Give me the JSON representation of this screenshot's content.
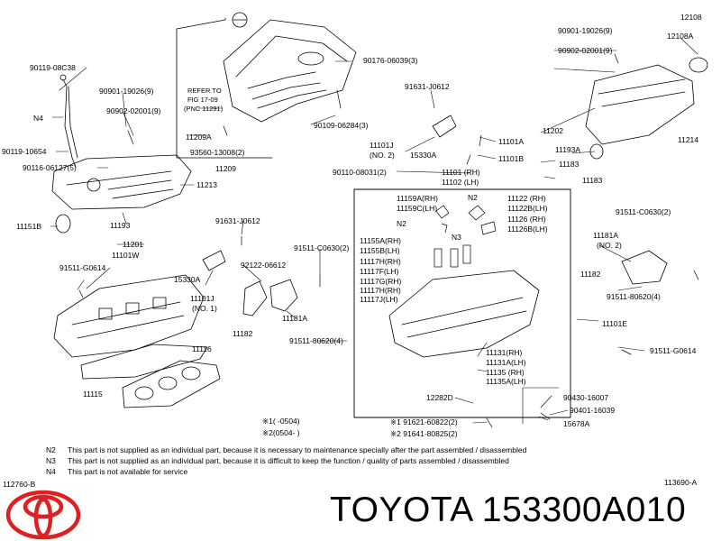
{
  "labels": {
    "p90119_08c38": "90119-08C38",
    "n4": "N4",
    "p90119_10654": "90119-10654",
    "p90116_06127": "90116-06127(5)",
    "p90901_19026_l": "90901-19026(9)",
    "p90902_02001_l": "90902-02001(9)",
    "refer_to_1": "REFER TO",
    "refer_to_2": "FIG 17-09",
    "refer_to_3": "(PNC 11291)",
    "p11209a": "11209A",
    "p93560_13008": "93560-13008(2)",
    "p11209": "11209",
    "p90176_06039": "90176-06039(3)",
    "p90109_06284": "90109-06284(3)",
    "p11213": "11213",
    "p11193_l": "11193",
    "p11151b": "11151B",
    "p11201": "11201",
    "p11101w": "11101W",
    "p91631_j0612_u": "91631-J0612",
    "p11101j_u": "11101J",
    "p11101j_no2": "(NO. 2)",
    "p15330a_u": "15330A",
    "p11101a": "11101A",
    "p11101b": "11101B",
    "p90110_08031": "90110-08031(2)",
    "p11101_rh": "11101 (RH)",
    "p11102_lh": "11102 (LH)",
    "p90901_19026_r": "90901-19026(9)",
    "p90902_02001_r": "90902-02001(9)",
    "p12108": "12108",
    "p12108a": "12108A",
    "p11202": "11202",
    "p11214": "11214",
    "p11193a": "11193A",
    "p11183_1": "11183",
    "p11183_2": "11183",
    "p11159a": "11159A(RH)",
    "p11159c": "11159C(LH)",
    "n2_a": "N2",
    "n2_b": "N2",
    "n3": "N3",
    "p11122": "11122 (RH)",
    "p11122b": "11122B(LH)",
    "p11126": "11126 (RH)",
    "p11126b": "11126B(LH)",
    "p11155a": "11155A(RH)",
    "p11155b": "11155B(LH)",
    "p11117h": "11117H(RH)",
    "p11117f": "11117F(LH)",
    "p11117g": "11117G(RH)",
    "p11117h2": "11117H(RH)",
    "p11117j": "11117J(LH)",
    "p91631_j0612_l": "91631-J0612",
    "p91511_g0614_l": "91511-G0614",
    "p15330a_l": "15330A",
    "p11101j_l": "11101J",
    "p11101j_no1": "(NO. 1)",
    "p92122_06612": "92122-06612",
    "p91511_c0630_m": "91511-C0630(2)",
    "p11182_l": "11182",
    "p11181a_l": "11181A",
    "p91511_80620_m": "91511-80620(4)",
    "p11116": "11116",
    "p11115": "11115",
    "p11131": "11131(RH)",
    "p11131a": "11131A(LH)",
    "p11135": "11135 (RH)",
    "p11135a": "11135A(LH)",
    "p12282d": "12282D",
    "p90430_16007": "90430-16007",
    "p90401_16039": "90401-16039",
    "p15678a": "15678A",
    "p91511_c0630_r": "91511-C0630(2)",
    "p11181a_r": "11181A",
    "p11181a_no2": "(NO. 2)",
    "p11182_r": "11182",
    "p91511_80620_r": "91511-80620(4)",
    "p11101e": "11101E",
    "p91511_g0614_r": "91511-G0614",
    "date_1": "※1(    -0504)",
    "date_2": "※2(0504-    )",
    "p91621_60822": "※1  91621-60822(2)",
    "p91641_80825": "※2  91641-80825(2)"
  },
  "notes": {
    "n2_code": "N2",
    "n2_text": "This part is not supplied as an individual part, because it is necessary to maintenance specially after the part assembled / disassembled",
    "n3_code": "N3",
    "n3_text": "This part is not supplied as an individual part, because it is difficult to keep the function / quality of parts  assembled / disassembled",
    "n4_code": "N4",
    "n4_text": "This part is not available for service"
  },
  "figure_codes": {
    "left": "112760-B",
    "right": "113690-A"
  },
  "brand_line": "TOYOTA 153300A010",
  "colors": {
    "logo_red": "#e02020",
    "line": "#000000"
  }
}
